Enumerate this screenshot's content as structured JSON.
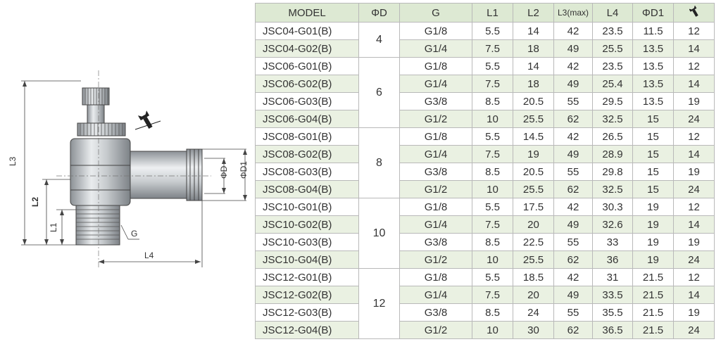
{
  "drawing": {
    "labels": {
      "l3": "L3",
      "l2": "L2",
      "l1": "L1",
      "l4": "L4",
      "g": "G",
      "od": "ΦD",
      "od1": "ΦD1"
    },
    "colors": {
      "line": "#444444",
      "steel": "#bfc3c6"
    }
  },
  "table": {
    "headers": [
      "MODEL",
      "ΦD",
      "G",
      "L1",
      "L2",
      "L3(max)",
      "L4",
      "ΦD1",
      ""
    ],
    "last_header_icon": "wrench-icon",
    "header_bg": "#dde9d3",
    "alt_row_bg": "#eaf1e2",
    "groups": [
      {
        "od": "4",
        "rows": [
          {
            "model": "JSC04-G01(B)",
            "g": "G1/8",
            "l1": "5.5",
            "l2": "14",
            "l3": "42",
            "l4": "23.5",
            "od1": "11.5",
            "w": "12"
          },
          {
            "model": "JSC04-G02(B)",
            "g": "G1/4",
            "l1": "7.5",
            "l2": "18",
            "l3": "49",
            "l4": "25.5",
            "od1": "13.5",
            "w": "14"
          }
        ]
      },
      {
        "od": "6",
        "rows": [
          {
            "model": "JSC06-G01(B)",
            "g": "G1/8",
            "l1": "5.5",
            "l2": "14",
            "l3": "42",
            "l4": "23.5",
            "od1": "13.5",
            "w": "12"
          },
          {
            "model": "JSC06-G02(B)",
            "g": "G1/4",
            "l1": "7.5",
            "l2": "18",
            "l3": "49",
            "l4": "25.4",
            "od1": "13.5",
            "w": "14"
          },
          {
            "model": "JSC06-G03(B)",
            "g": "G3/8",
            "l1": "8.5",
            "l2": "20.5",
            "l3": "55",
            "l4": "29.5",
            "od1": "13.5",
            "w": "19"
          },
          {
            "model": "JSC06-G04(B)",
            "g": "G1/2",
            "l1": "10",
            "l2": "25.5",
            "l3": "62",
            "l4": "32.5",
            "od1": "15",
            "w": "24"
          }
        ]
      },
      {
        "od": "8",
        "rows": [
          {
            "model": "JSC08-G01(B)",
            "g": "G1/8",
            "l1": "5.5",
            "l2": "14.5",
            "l3": "42",
            "l4": "26.5",
            "od1": "15",
            "w": "12"
          },
          {
            "model": "JSC08-G02(B)",
            "g": "G1/4",
            "l1": "7.5",
            "l2": "19",
            "l3": "49",
            "l4": "28.9",
            "od1": "15",
            "w": "14"
          },
          {
            "model": "JSC08-G03(B)",
            "g": "G3/8",
            "l1": "8.5",
            "l2": "20.5",
            "l3": "55",
            "l4": "29.8",
            "od1": "15",
            "w": "19"
          },
          {
            "model": "JSC08-G04(B)",
            "g": "G1/2",
            "l1": "10",
            "l2": "25.5",
            "l3": "62",
            "l4": "32.5",
            "od1": "15",
            "w": "24"
          }
        ]
      },
      {
        "od": "10",
        "rows": [
          {
            "model": "JSC10-G01(B)",
            "g": "G1/8",
            "l1": "5.5",
            "l2": "17.5",
            "l3": "42",
            "l4": "30.3",
            "od1": "19",
            "w": "12"
          },
          {
            "model": "JSC10-G02(B)",
            "g": "G1/4",
            "l1": "7.5",
            "l2": "20",
            "l3": "49",
            "l4": "32.6",
            "od1": "19",
            "w": "14"
          },
          {
            "model": "JSC10-G03(B)",
            "g": "G3/8",
            "l1": "8.5",
            "l2": "22.5",
            "l3": "55",
            "l4": "33",
            "od1": "19",
            "w": "19"
          },
          {
            "model": "JSC10-G04(B)",
            "g": "G1/2",
            "l1": "10",
            "l2": "25.5",
            "l3": "62",
            "l4": "36",
            "od1": "19",
            "w": "24"
          }
        ]
      },
      {
        "od": "12",
        "rows": [
          {
            "model": "JSC12-G01(B)",
            "g": "G1/8",
            "l1": "5.5",
            "l2": "18.5",
            "l3": "42",
            "l4": "31",
            "od1": "21.5",
            "w": "12"
          },
          {
            "model": "JSC12-G02(B)",
            "g": "G1/4",
            "l1": "7.5",
            "l2": "20",
            "l3": "49",
            "l4": "33.5",
            "od1": "21.5",
            "w": "14"
          },
          {
            "model": "JSC12-G03(B)",
            "g": "G3/8",
            "l1": "8.5",
            "l2": "24",
            "l3": "55",
            "l4": "35.5",
            "od1": "21.5",
            "w": "19"
          },
          {
            "model": "JSC12-G04(B)",
            "g": "G1/2",
            "l1": "10",
            "l2": "30",
            "l3": "62",
            "l4": "36.5",
            "od1": "21.5",
            "w": "24"
          }
        ]
      }
    ]
  }
}
